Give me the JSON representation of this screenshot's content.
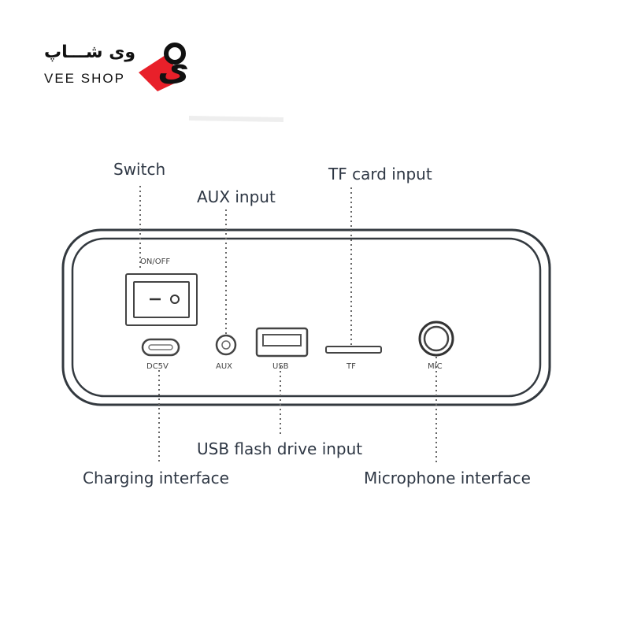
{
  "logo": {
    "persian_text": "وی شـــاپ",
    "english_text": "VEE SHOP",
    "brand_color": "#e8202a"
  },
  "callouts": {
    "switch": "Switch",
    "aux": "AUX input",
    "tf": "TF card input",
    "usb": "USB flash drive input",
    "charging": "Charging interface",
    "microphone": "Microphone interface"
  },
  "ports": {
    "switch_label": "ON/OFF",
    "dc": "DC5V",
    "aux": "AUX",
    "usb": "USB",
    "tf": "TF",
    "mic": "MIC"
  }
}
